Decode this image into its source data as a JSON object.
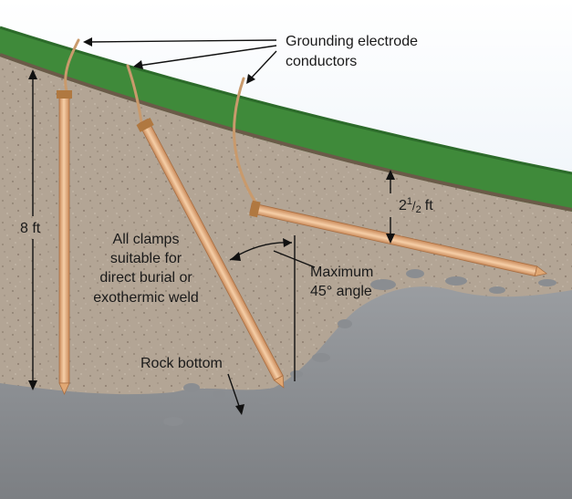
{
  "labels": {
    "conductors_line1": "Grounding electrode",
    "conductors_line2": "conductors",
    "depth_8ft": "8 ft",
    "depth_2half_main": "2",
    "depth_2half_num": "1",
    "depth_2half_den": "2",
    "depth_2half_unit": "ft",
    "clamps_line1": "All clamps",
    "clamps_line2": "suitable for",
    "clamps_line3": "direct burial or",
    "clamps_line4": "exothermic weld",
    "angle_line1": "Maximum",
    "angle_line2": "45° angle",
    "rock_bottom": "Rock bottom"
  },
  "colors": {
    "sky": "#e4eef6",
    "grass": "#3f8a3a",
    "soil": "#b3a595",
    "rock": "#8a8d91",
    "rod": "#e8b48a",
    "clamp": "#b07840",
    "wire": "#e3b98c"
  }
}
